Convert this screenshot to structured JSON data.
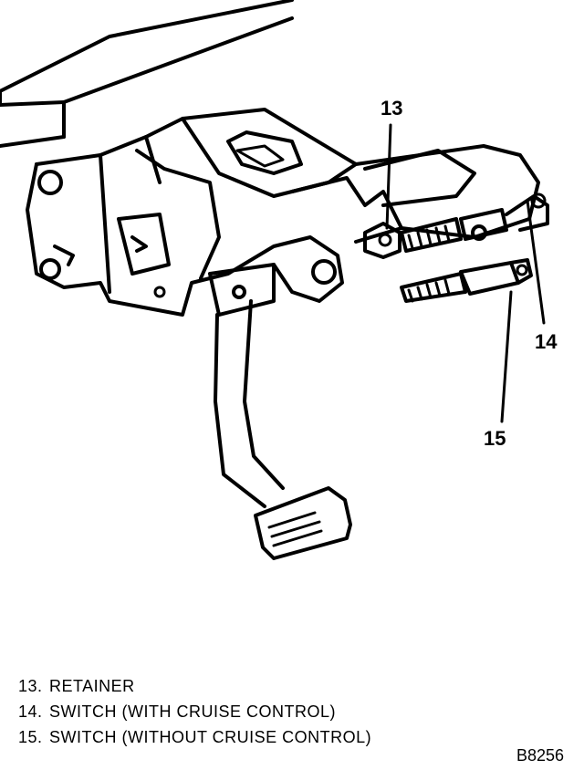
{
  "callouts": [
    {
      "number": "13"
    },
    {
      "number": "14"
    },
    {
      "number": "15"
    }
  ],
  "legend": [
    {
      "number": "13.",
      "text": "RETAINER"
    },
    {
      "number": "14.",
      "text": "SWITCH (WITH CRUISE CONTROL)"
    },
    {
      "number": "15.",
      "text": "SWITCH (WITHOUT CRUISE CONTROL)"
    }
  ],
  "figure_id": "B8256"
}
